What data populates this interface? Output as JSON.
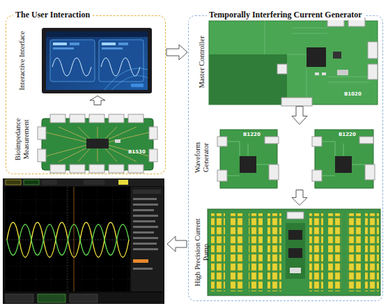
{
  "diagram": {
    "nodes": [
      {
        "text": [
          "The User Interaction"
        ]
      },
      {
        "text": [
          "Interactive Interface"
        ],
        "in": 0
      },
      {
        "text": [
          "Bioimpedance Measurement"
        ],
        "in": 0
      },
      {
        "text": [
          "Temporally Interfering Current Generator"
        ]
      },
      {
        "text": [
          "Master Controller"
        ],
        "in": 3
      },
      {
        "text": [
          "Waveform Generator"
        ],
        "in": 3
      },
      {
        "text": [
          "High Precision Current Pump"
        ],
        "in": 3
      }
    ],
    "edges": [
      {
        "from": 2,
        "to": 1,
        "arrow": "to"
      },
      {
        "from": 0,
        "to": 3,
        "arrow": "to"
      },
      {
        "from": 4,
        "to": 5,
        "arrow": "to"
      },
      {
        "from": 5,
        "to": 6,
        "arrow": "to"
      }
    ],
    "labels": [
      "B1530",
      "B1020",
      "B1220",
      "B1220"
    ]
  }
}
